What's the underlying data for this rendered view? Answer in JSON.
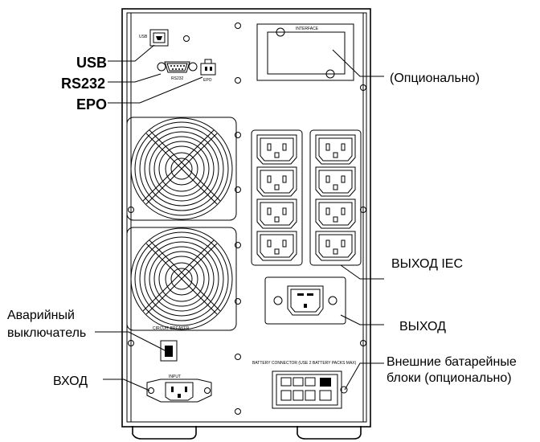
{
  "callouts": {
    "usb": "USB",
    "rs232": "RS232",
    "epo": "EPO",
    "optional": "(Опционально)",
    "iec_output": "ВЫХОД IEC",
    "output": "ВЫХОД",
    "breaker_line1": "Аварийный",
    "breaker_line2": "выключатель",
    "input": "ВХОД",
    "battery_line1": "Внешние батарейные",
    "battery_line2": "блоки (опционально)"
  },
  "panel_labels": {
    "usb": "USB",
    "rs232": "RS232",
    "epo": "EPO",
    "interface": "INTERFACE",
    "circuit_breaker": "CIRCUIT BREAKER",
    "input": "INPUT",
    "battery_connector": "BATTERY CONNECTOR (USE 2 BATTERY PACKS MAX)"
  }
}
